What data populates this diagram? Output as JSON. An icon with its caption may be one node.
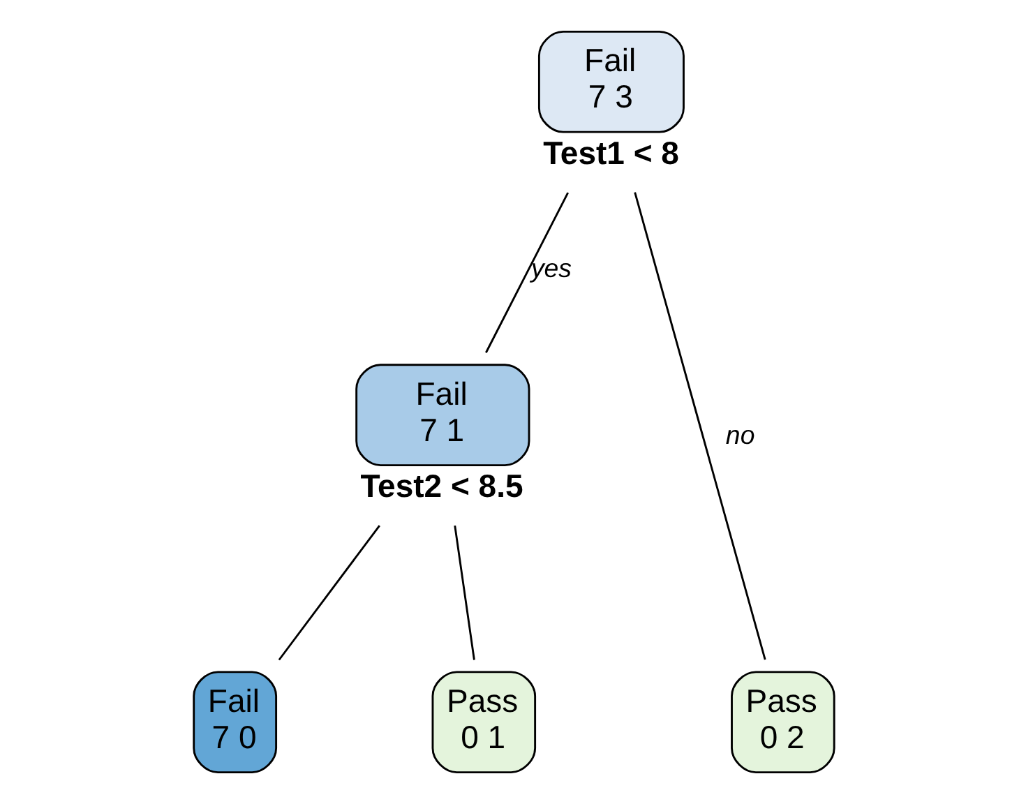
{
  "diagram": {
    "nodes": [
      {
        "text": [
          "Fail",
          "7 3"
        ],
        "beside": [
          "Test1 < 8"
        ]
      },
      {
        "text": [
          "Fail",
          "7 1"
        ],
        "beside": [
          "Test2 < 8.5"
        ]
      },
      {
        "text": [
          "Fail",
          "7 0"
        ]
      },
      {
        "text": [
          "Pass",
          "0 1"
        ]
      },
      {
        "text": [
          "Pass",
          "0 2"
        ]
      }
    ],
    "edges": [
      {
        "from": 0,
        "to": 1,
        "arrow": "none",
        "label": "yes"
      },
      {
        "from": 0,
        "to": 4,
        "arrow": "none",
        "label": "no"
      },
      {
        "from": 1,
        "to": 2,
        "arrow": "none"
      },
      {
        "from": 1,
        "to": 3,
        "arrow": "none"
      }
    ]
  }
}
